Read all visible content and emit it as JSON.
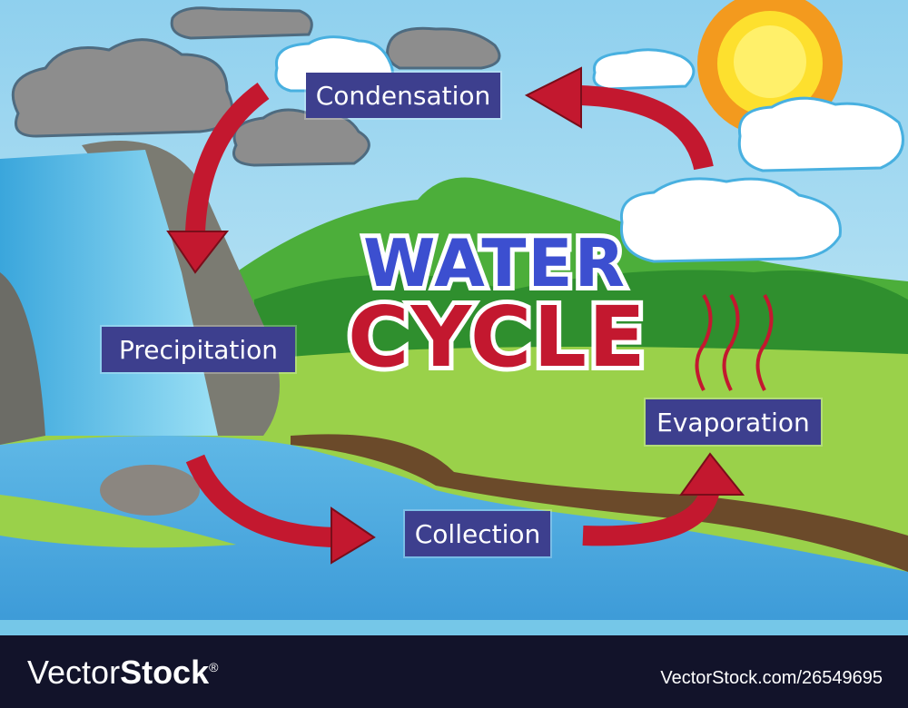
{
  "title": {
    "line1": "WATER",
    "line2": "CYCLE"
  },
  "stages": {
    "condensation": "Condensation",
    "precipitation": "Precipitation",
    "evaporation": "Evaporation",
    "collection": "Collection"
  },
  "colors": {
    "label_bg": "#3d3f8e",
    "arrow": "#c3182f",
    "title_blue": "#3c4fd0",
    "title_red": "#c3182f"
  },
  "footer": {
    "logo_light": "Vector",
    "logo_bold": "Stock",
    "logo_mark": "®",
    "image_id": "VectorStock.com/26549695"
  }
}
